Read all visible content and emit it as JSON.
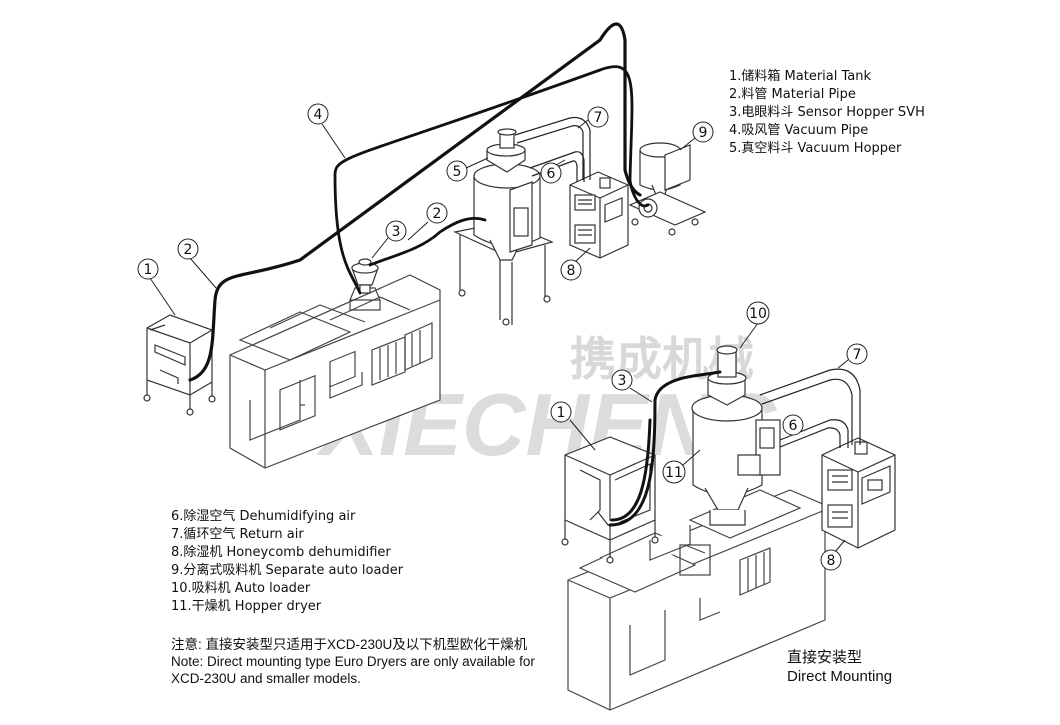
{
  "legend_top": [
    "1.储料箱 Material Tank",
    "2.料管 Material Pipe",
    "3.电眼料斗 Sensor Hopper SVH",
    "4.吸风管  Vacuum Pipe",
    "5.真空料斗 Vacuum Hopper"
  ],
  "legend_bottom": [
    "6.除湿空气 Dehumidifying air",
    "7.循环空气 Return air",
    "8.除湿机 Honeycomb dehumidifier",
    "9.分离式吸料机 Separate auto loader",
    "10.吸料机 Auto loader",
    "11.干燥机 Hopper dryer"
  ],
  "note": [
    "注意: 直接安装型只适用于XCD-230U及以下机型欧化干燥机",
    "Note: Direct mounting type Euro Dryers are only available for",
    "XCD-230U and smaller models."
  ],
  "caption": [
    "直接安装型",
    "Direct Mounting"
  ],
  "watermark": {
    "cn": "携成机械",
    "en": "XIECHENG"
  },
  "callouts_top": [
    "1",
    "2",
    "2",
    "3",
    "4",
    "5",
    "6",
    "7",
    "8",
    "9"
  ],
  "callouts_bottom": [
    "1",
    "3",
    "6",
    "7",
    "8",
    "10",
    "11"
  ],
  "colors": {
    "line": "#1a1a1a",
    "pipe": "#000000",
    "watermark": "#d9d9d9"
  }
}
